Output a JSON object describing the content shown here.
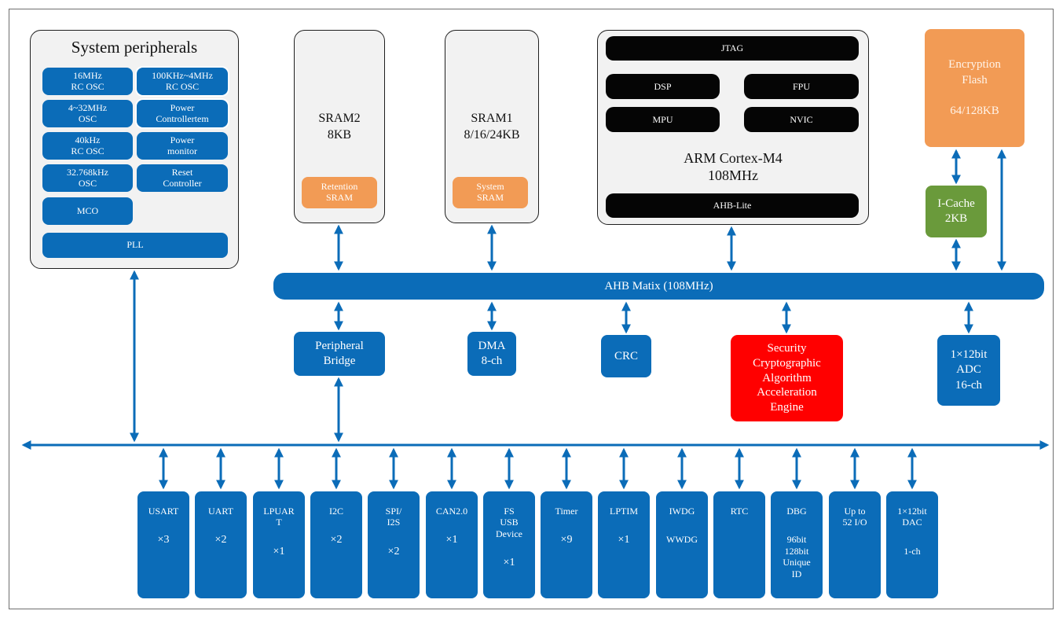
{
  "system": {
    "title": "System peripherals",
    "osc16": "16MHz\nRC OSC",
    "osc100k": "100KHz~4MHz\nRC OSC",
    "osc4_32": "4~32MHz\nOSC",
    "power_ctrl": "Power\nControllertem",
    "osc40k": "40kHz\nRC OSC",
    "power_mon": "Power\nmonitor",
    "osc32k": "32.768kHz\nOSC",
    "reset": "Reset\nController",
    "mco": "MCO",
    "pll": "PLL"
  },
  "sram2": {
    "title": "SRAM2\n8KB",
    "sub": "Retention\nSRAM"
  },
  "sram1": {
    "title": "SRAM1\n8/16/24KB",
    "sub": "System\nSRAM"
  },
  "cpu": {
    "jtag": "JTAG",
    "dsp": "DSP",
    "fpu": "FPU",
    "mpu": "MPU",
    "nvic": "NVIC",
    "title": "ARM Cortex-M4\n108MHz",
    "ahb_lite": "AHB-Lite"
  },
  "flash": {
    "label": "Encryption\nFlash\n\n64/128KB"
  },
  "icache": {
    "label": "I-Cache\n2KB"
  },
  "ahb_matrix": {
    "label": "AHB Matix (108MHz)"
  },
  "bridge": {
    "label": "Peripheral\nBridge"
  },
  "dma": {
    "label": "DMA\n8-ch"
  },
  "crc": {
    "label": "CRC"
  },
  "security": {
    "label": "Security\nCryptographic\nAlgorithm\nAcceleration\nEngine"
  },
  "adc": {
    "label": "1×12bit\nADC\n16-ch"
  },
  "peripherals": [
    {
      "name": "USART",
      "count": "×3"
    },
    {
      "name": "UART",
      "count": "×2"
    },
    {
      "name": "LPUAR\nT",
      "count": "×1"
    },
    {
      "name": "I2C",
      "count": "×2"
    },
    {
      "name": "SPI/\nI2S",
      "count": "×2"
    },
    {
      "name": "CAN2.0",
      "count": "×1"
    },
    {
      "name": "FS\nUSB\nDevice",
      "count": "×1"
    },
    {
      "name": "Timer",
      "count": "×9"
    },
    {
      "name": "LPTIM",
      "count": "×1"
    },
    {
      "name": "IWDG",
      "count": "WWDG"
    },
    {
      "name": "RTC",
      "count": ""
    },
    {
      "name": "DBG",
      "count": "96bit\n128bit\nUnique\nID"
    },
    {
      "name": "Up to\n52 I/O",
      "count": ""
    },
    {
      "name": "1×12bit\nDAC",
      "count": "1-ch"
    }
  ]
}
